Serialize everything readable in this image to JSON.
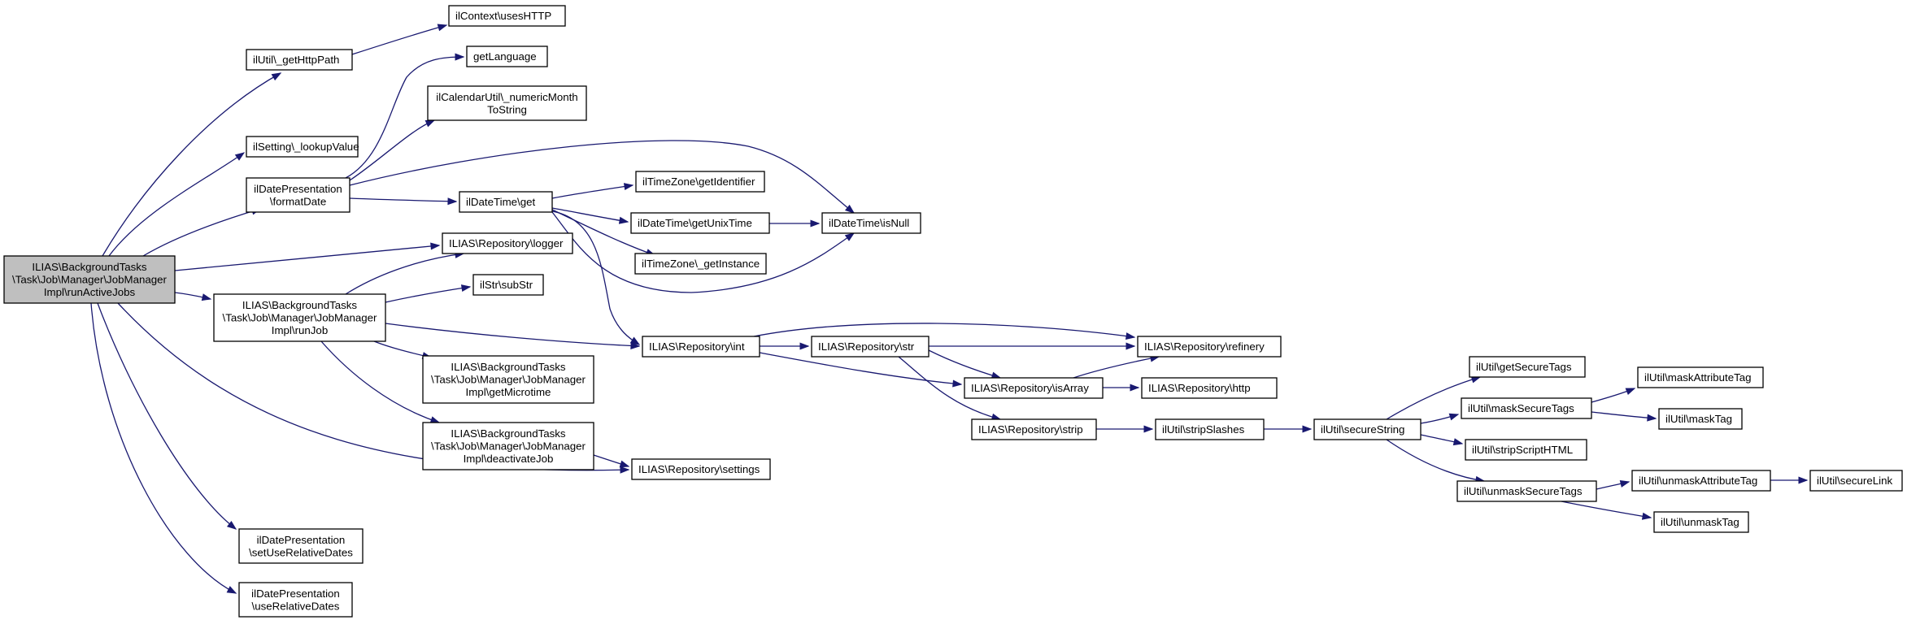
{
  "nodes": [
    {
      "id": "root",
      "lines": [
        "ILIAS\\BackgroundTasks",
        "\\Task\\Job\\Manager\\JobManager",
        "Impl\\runActiveJobs"
      ],
      "root": true
    },
    {
      "id": "getHttpPath",
      "lines": [
        "ilUtil\\_getHttpPath"
      ]
    },
    {
      "id": "usesHTTP",
      "lines": [
        "ilContext\\usesHTTP"
      ]
    },
    {
      "id": "getLanguage",
      "lines": [
        "getLanguage"
      ]
    },
    {
      "id": "numericMonth",
      "lines": [
        "ilCalendarUtil\\_numericMonth",
        "ToString"
      ]
    },
    {
      "id": "lookupValue",
      "lines": [
        "ilSetting\\_lookupValue"
      ]
    },
    {
      "id": "formatDate",
      "lines": [
        "ilDatePresentation",
        "\\formatDate"
      ]
    },
    {
      "id": "dtGet",
      "lines": [
        "ilDateTime\\get"
      ]
    },
    {
      "id": "tzGetIdentifier",
      "lines": [
        "ilTimeZone\\getIdentifier"
      ]
    },
    {
      "id": "getUnixTime",
      "lines": [
        "ilDateTime\\getUnixTime"
      ]
    },
    {
      "id": "isNull",
      "lines": [
        "ilDateTime\\isNull"
      ]
    },
    {
      "id": "tzGetInstance",
      "lines": [
        "ilTimeZone\\_getInstance"
      ]
    },
    {
      "id": "logger",
      "lines": [
        "ILIAS\\Repository\\logger"
      ]
    },
    {
      "id": "subStr",
      "lines": [
        "ilStr\\subStr"
      ]
    },
    {
      "id": "runJob",
      "lines": [
        "ILIAS\\BackgroundTasks",
        "\\Task\\Job\\Manager\\JobManager",
        "Impl\\runJob"
      ]
    },
    {
      "id": "getMicrotime",
      "lines": [
        "ILIAS\\BackgroundTasks",
        "\\Task\\Job\\Manager\\JobManager",
        "Impl\\getMicrotime"
      ]
    },
    {
      "id": "deactivateJob",
      "lines": [
        "ILIAS\\BackgroundTasks",
        "\\Task\\Job\\Manager\\JobManager",
        "Impl\\deactivateJob"
      ]
    },
    {
      "id": "int",
      "lines": [
        "ILIAS\\Repository\\int"
      ]
    },
    {
      "id": "str",
      "lines": [
        "ILIAS\\Repository\\str"
      ]
    },
    {
      "id": "refinery",
      "lines": [
        "ILIAS\\Repository\\refinery"
      ]
    },
    {
      "id": "isArray",
      "lines": [
        "ILIAS\\Repository\\isArray"
      ]
    },
    {
      "id": "http",
      "lines": [
        "ILIAS\\Repository\\http"
      ]
    },
    {
      "id": "strip",
      "lines": [
        "ILIAS\\Repository\\strip"
      ]
    },
    {
      "id": "stripSlashes",
      "lines": [
        "ilUtil\\stripSlashes"
      ]
    },
    {
      "id": "secureString",
      "lines": [
        "ilUtil\\secureString"
      ]
    },
    {
      "id": "getSecureTags",
      "lines": [
        "ilUtil\\getSecureTags"
      ]
    },
    {
      "id": "maskSecureTags",
      "lines": [
        "ilUtil\\maskSecureTags"
      ]
    },
    {
      "id": "maskAttributeTag",
      "lines": [
        "ilUtil\\maskAttributeTag"
      ]
    },
    {
      "id": "maskTag",
      "lines": [
        "ilUtil\\maskTag"
      ]
    },
    {
      "id": "stripScriptHTML",
      "lines": [
        "ilUtil\\stripScriptHTML"
      ]
    },
    {
      "id": "unmaskSecureTags",
      "lines": [
        "ilUtil\\unmaskSecureTags"
      ]
    },
    {
      "id": "unmaskAttributeTag",
      "lines": [
        "ilUtil\\unmaskAttributeTag"
      ]
    },
    {
      "id": "secureLink",
      "lines": [
        "ilUtil\\secureLink"
      ]
    },
    {
      "id": "unmaskTag",
      "lines": [
        "ilUtil\\unmaskTag"
      ]
    },
    {
      "id": "settings",
      "lines": [
        "ILIAS\\Repository\\settings"
      ]
    },
    {
      "id": "setUseRelativeDates",
      "lines": [
        "ilDatePresentation",
        "\\setUseRelativeDates"
      ]
    },
    {
      "id": "useRelativeDates",
      "lines": [
        "ilDatePresentation",
        "\\useRelativeDates"
      ]
    }
  ],
  "edges": [
    [
      "root",
      "getHttpPath"
    ],
    [
      "root",
      "lookupValue"
    ],
    [
      "root",
      "formatDate"
    ],
    [
      "root",
      "logger"
    ],
    [
      "root",
      "runJob"
    ],
    [
      "root",
      "settings"
    ],
    [
      "root",
      "setUseRelativeDates"
    ],
    [
      "root",
      "useRelativeDates"
    ],
    [
      "getHttpPath",
      "usesHTTP"
    ],
    [
      "formatDate",
      "getLanguage"
    ],
    [
      "formatDate",
      "numericMonth"
    ],
    [
      "formatDate",
      "isNull"
    ],
    [
      "formatDate",
      "dtGet"
    ],
    [
      "dtGet",
      "tzGetIdentifier"
    ],
    [
      "dtGet",
      "getUnixTime"
    ],
    [
      "dtGet",
      "tzGetInstance"
    ],
    [
      "dtGet",
      "isNull"
    ],
    [
      "dtGet",
      "int"
    ],
    [
      "getUnixTime",
      "isNull"
    ],
    [
      "runJob",
      "logger"
    ],
    [
      "runJob",
      "subStr"
    ],
    [
      "runJob",
      "int"
    ],
    [
      "runJob",
      "getMicrotime"
    ],
    [
      "runJob",
      "deactivateJob"
    ],
    [
      "deactivateJob",
      "settings"
    ],
    [
      "int",
      "refinery"
    ],
    [
      "int",
      "str"
    ],
    [
      "int",
      "isArray"
    ],
    [
      "str",
      "refinery"
    ],
    [
      "str",
      "isArray"
    ],
    [
      "str",
      "strip"
    ],
    [
      "isArray",
      "refinery"
    ],
    [
      "isArray",
      "http"
    ],
    [
      "strip",
      "stripSlashes"
    ],
    [
      "stripSlashes",
      "secureString"
    ],
    [
      "secureString",
      "getSecureTags"
    ],
    [
      "secureString",
      "maskSecureTags"
    ],
    [
      "secureString",
      "stripScriptHTML"
    ],
    [
      "secureString",
      "unmaskSecureTags"
    ],
    [
      "maskSecureTags",
      "maskAttributeTag"
    ],
    [
      "maskSecureTags",
      "maskTag"
    ],
    [
      "unmaskSecureTags",
      "unmaskAttributeTag"
    ],
    [
      "unmaskSecureTags",
      "unmaskTag"
    ],
    [
      "unmaskAttributeTag",
      "secureLink"
    ]
  ]
}
